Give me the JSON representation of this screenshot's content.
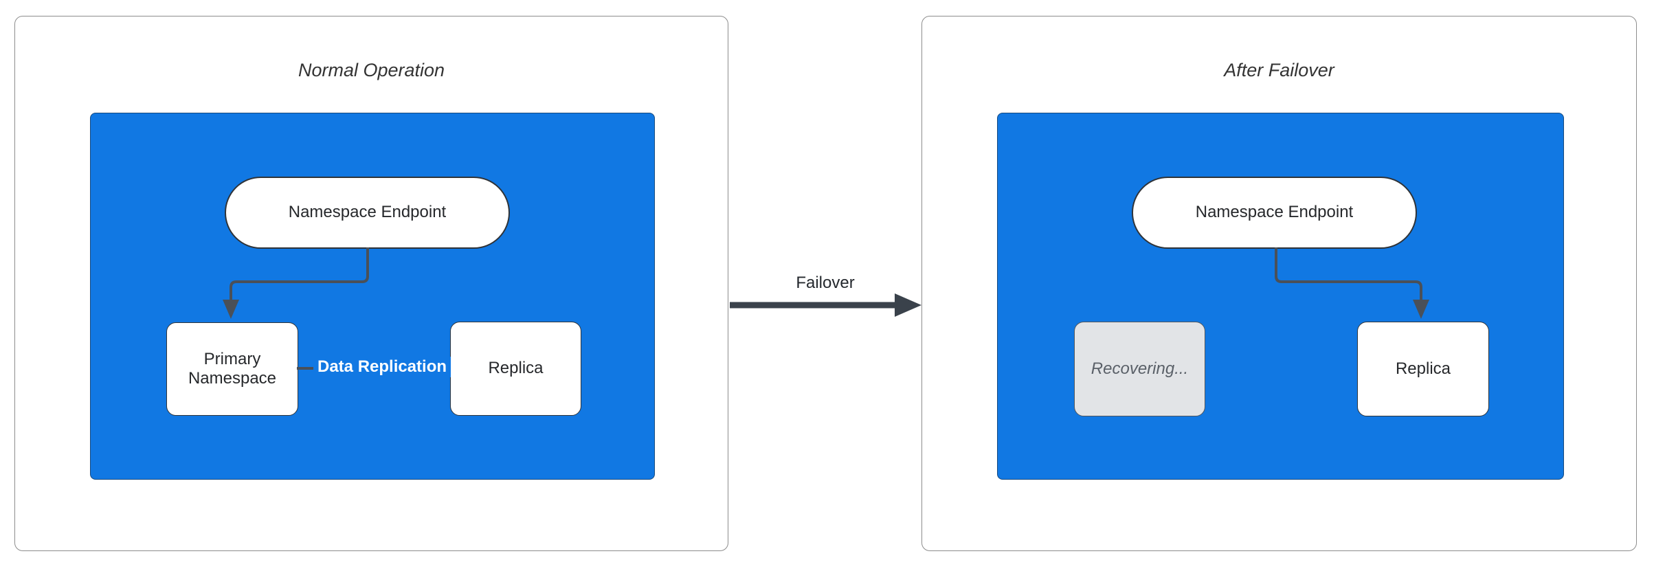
{
  "colors": {
    "accent-blue": "#1178E3",
    "panel-border": "#8C8C8C",
    "node-border": "#2F3338",
    "node-text": "#26282B",
    "title-text": "#333333",
    "edge-dark": "#4A5058",
    "failover-arrow": "#3A424B",
    "failover-text": "#24282D",
    "recovering-fill": "#E2E4E7",
    "recovering-border": "#4F565E",
    "recovering-text": "#5A6068",
    "edge-label-text": "#FFFFFF"
  },
  "panels": [
    {
      "title": "Normal Operation",
      "endpoint_label": "Namespace Endpoint",
      "primary_label": "Primary Namespace",
      "replica_label": "Replica",
      "edge_label": "Data Replication"
    },
    {
      "title": "After Failover",
      "endpoint_label": "Namespace Endpoint",
      "recovering_label": "Recovering...",
      "replica_label": "Replica"
    }
  ],
  "failover": {
    "label": "Failover"
  }
}
